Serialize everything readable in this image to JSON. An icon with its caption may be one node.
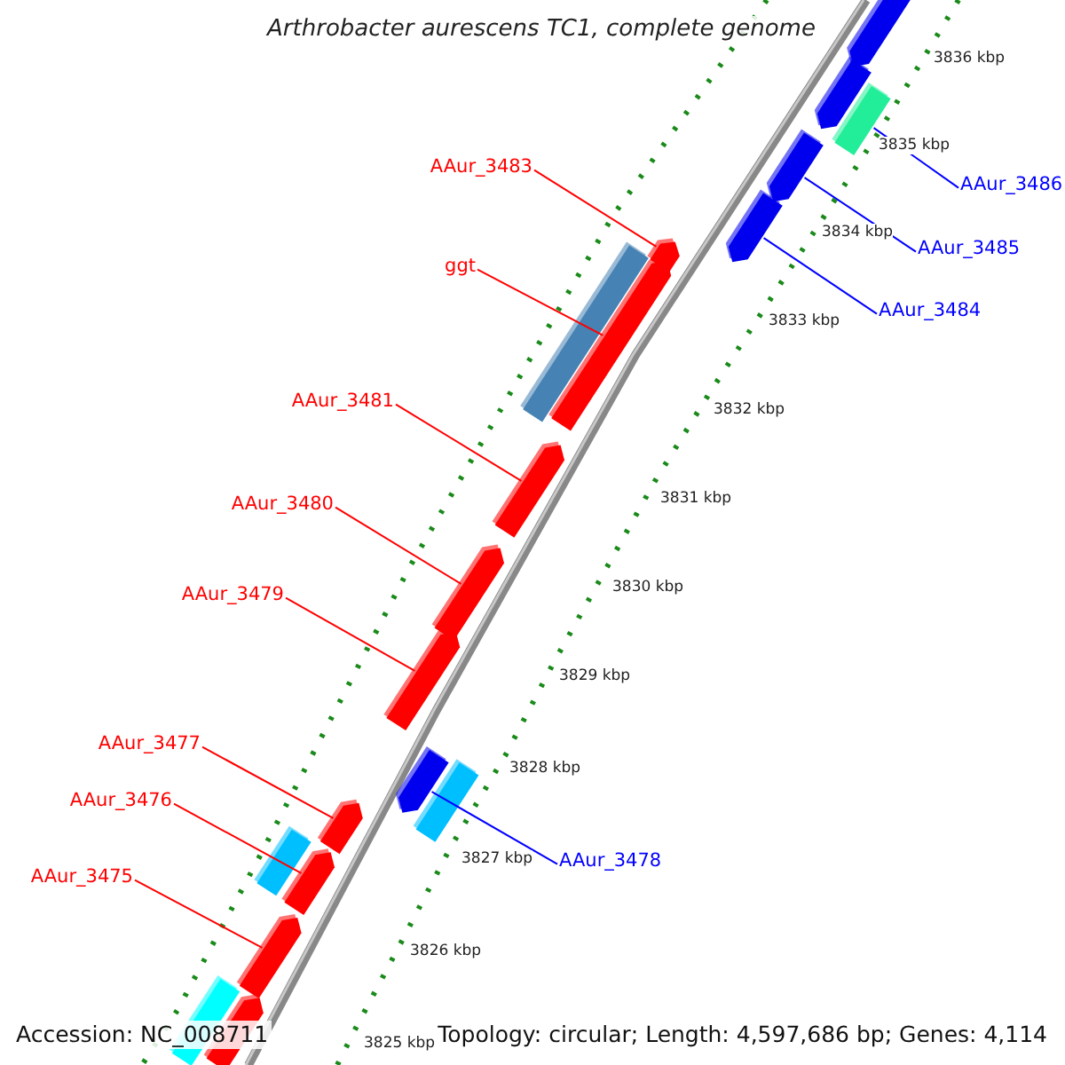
{
  "diagram": {
    "title": "Arthrobacter aurescens TC1, complete genome",
    "nodes": [
      {
        "text": [
          "AAur_3483"
        ]
      },
      {
        "text": [
          "ggt"
        ]
      },
      {
        "text": [
          "AAur_3481"
        ]
      },
      {
        "text": [
          "AAur_3480"
        ]
      },
      {
        "text": [
          "AAur_3479"
        ]
      },
      {
        "text": [
          "AAur_3477"
        ]
      },
      {
        "text": [
          "AAur_3476"
        ]
      },
      {
        "text": [
          "AAur_3475"
        ]
      },
      {
        "text": [
          "AAur_3486"
        ]
      },
      {
        "text": [
          "AAur_3485"
        ]
      },
      {
        "text": [
          "AAur_3484"
        ]
      },
      {
        "text": [
          "AAur_3478"
        ]
      },
      {
        "text": [],
        "shape": "arrow"
      },
      {
        "text": [],
        "shape": "arrow"
      },
      {
        "text": [],
        "shape": "bar"
      },
      {
        "text": [],
        "shape": "arrow"
      },
      {
        "text": [],
        "shape": "arrow"
      },
      {
        "text": [],
        "shape": "arrow"
      },
      {
        "text": [],
        "shape": "bar"
      },
      {
        "text": [],
        "shape": "arrow"
      },
      {
        "text": [],
        "shape": "arrow"
      },
      {
        "text": [],
        "shape": "arrow"
      },
      {
        "text": [],
        "shape": "arrow"
      },
      {
        "text": [],
        "shape": "arrow"
      },
      {
        "text": [],
        "shape": "bar"
      },
      {
        "text": [],
        "shape": "arrow"
      },
      {
        "text": [],
        "shape": "bar"
      },
      {
        "text": [],
        "shape": "arrow"
      },
      {
        "text": [],
        "shape": "arrow"
      },
      {
        "text": [],
        "shape": "bar"
      },
      {
        "text": [],
        "shape": "arrow"
      }
    ],
    "edges": [
      {
        "from": 0,
        "to": 17,
        "arrow": "none"
      },
      {
        "from": 1,
        "to": 19,
        "arrow": "none"
      },
      {
        "from": 2,
        "to": 20,
        "arrow": "none"
      },
      {
        "from": 3,
        "to": 21,
        "arrow": "none"
      },
      {
        "from": 4,
        "to": 22,
        "arrow": "none"
      },
      {
        "from": 5,
        "to": 25,
        "arrow": "none"
      },
      {
        "from": 6,
        "to": 27,
        "arrow": "none"
      },
      {
        "from": 7,
        "to": 28,
        "arrow": "none"
      },
      {
        "from": 8,
        "to": 14,
        "arrow": "none",
        "color": "#0000ff"
      },
      {
        "from": 9,
        "to": 15,
        "arrow": "none",
        "color": "#0000ff"
      },
      {
        "from": 10,
        "to": 16,
        "arrow": "none",
        "color": "#0000ff"
      },
      {
        "from": 11,
        "to": 23,
        "arrow": "none",
        "color": "#0000ff"
      }
    ],
    "labels": [
      "3836 kbp",
      "3835 kbp",
      "3834 kbp",
      "3833 kbp",
      "3832 kbp",
      "3831 kbp",
      "3830 kbp",
      "3829 kbp",
      "3828 kbp",
      "3827 kbp",
      "3826 kbp",
      "3825 kbp",
      "Accession: NC_008711",
      "Topology: circular; Length: 4,597,686 bp; Genes: 4,114"
    ]
  }
}
